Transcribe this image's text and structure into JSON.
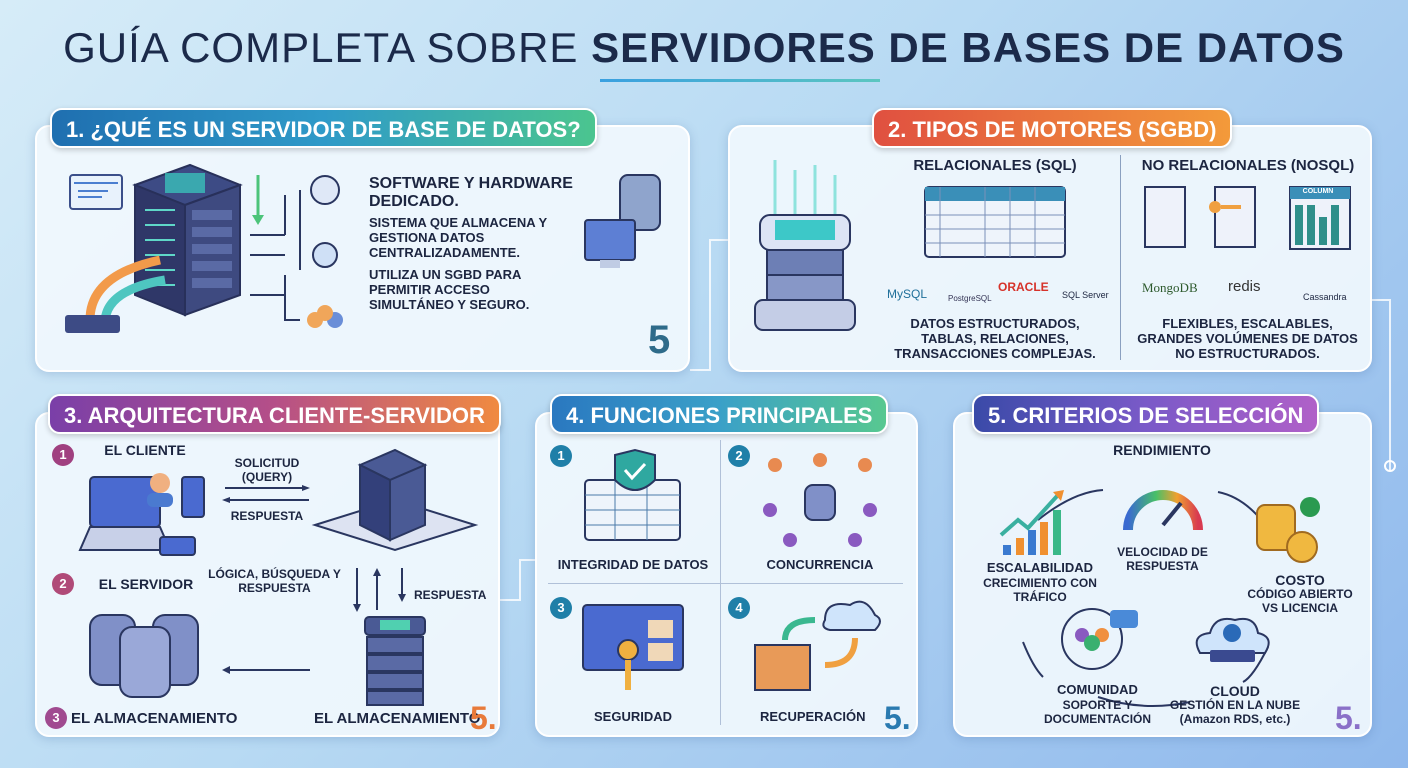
{
  "title": {
    "light": "GUÍA COMPLETA SOBRE ",
    "bold": "SERVIDORES DE BASES DE DATOS"
  },
  "s1": {
    "badge": "1. ¿QUÉ ES UN SERVIDOR DE BASE DE DATOS?",
    "heading": "SOFTWARE Y HARDWARE DEDICADO.",
    "p1": "SISTEMA QUE ALMACENA Y GESTIONA DATOS CENTRALIZADAMENTE.",
    "p2": "UTILIZA UN SGBD PARA PERMITIR ACCESO SIMULTÁNEO Y SEGURO.",
    "mark": "5"
  },
  "s2": {
    "badge": "2. TIPOS DE MOTORES (SGBD)",
    "sql": {
      "heading": "RELACIONALES (SQL)",
      "logos": [
        "MySQL",
        "PostgreSQL",
        "ORACLE",
        "SQL Server"
      ],
      "desc": "DATOS ESTRUCTURADOS, TABLAS, RELACIONES, TRANSACCIONES COMPLEJAS."
    },
    "nosql": {
      "heading": "NO RELACIONALES (NOSQL)",
      "column_label": "COLUMN",
      "logos": [
        "MongoDB",
        "redis",
        "Cassandra"
      ],
      "desc": "FLEXIBLES, ESCALABLES, GRANDES VOLÚMENES DE DATOS NO ESTRUCTURADOS."
    }
  },
  "s3": {
    "badge": "3. ARQUITECTURA CLIENTE-SERVIDOR",
    "n1": "1",
    "client": "EL CLIENTE",
    "request": "SOLICITUD (QUERY)",
    "response": "RESPUESTA",
    "n2": "2",
    "server": "EL SERVIDOR",
    "logic": "LÓGICA, BÚSQUEDA Y RESPUESTA",
    "response2": "RESPUESTA",
    "n3": "3",
    "storage": "EL ALMACENAMIENTO",
    "storage2": "EL ALMACENAMIENTO",
    "mark": "5."
  },
  "s4": {
    "badge": "4. FUNCIONES PRINCIPALES",
    "items": [
      {
        "n": "1",
        "label": "INTEGRIDAD DE DATOS"
      },
      {
        "n": "2",
        "label": "CONCURRENCIA"
      },
      {
        "n": "3",
        "label": "SEGURIDAD"
      },
      {
        "n": "4",
        "label": "RECUPERACIÓN"
      }
    ],
    "mark": "5."
  },
  "s5": {
    "badge": "5. CRITERIOS DE SELECCIÓN",
    "perf": "RENDIMIENTO",
    "speed": "VELOCIDAD DE RESPUESTA",
    "scal": "ESCALABILIDAD",
    "scal_d": "CRECIMIENTO CON TRÁFICO",
    "cost": "COSTO",
    "cost_d": "CÓDIGO ABIERTO VS LICENCIA",
    "comm": "COMUNIDAD",
    "comm_d": "SOPORTE Y DOCUMENTACIÓN",
    "cloud": "CLOUD",
    "cloud_d": "GESTIÓN EN LA NUBE (Amazon RDS, etc.)",
    "mark": "5."
  }
}
